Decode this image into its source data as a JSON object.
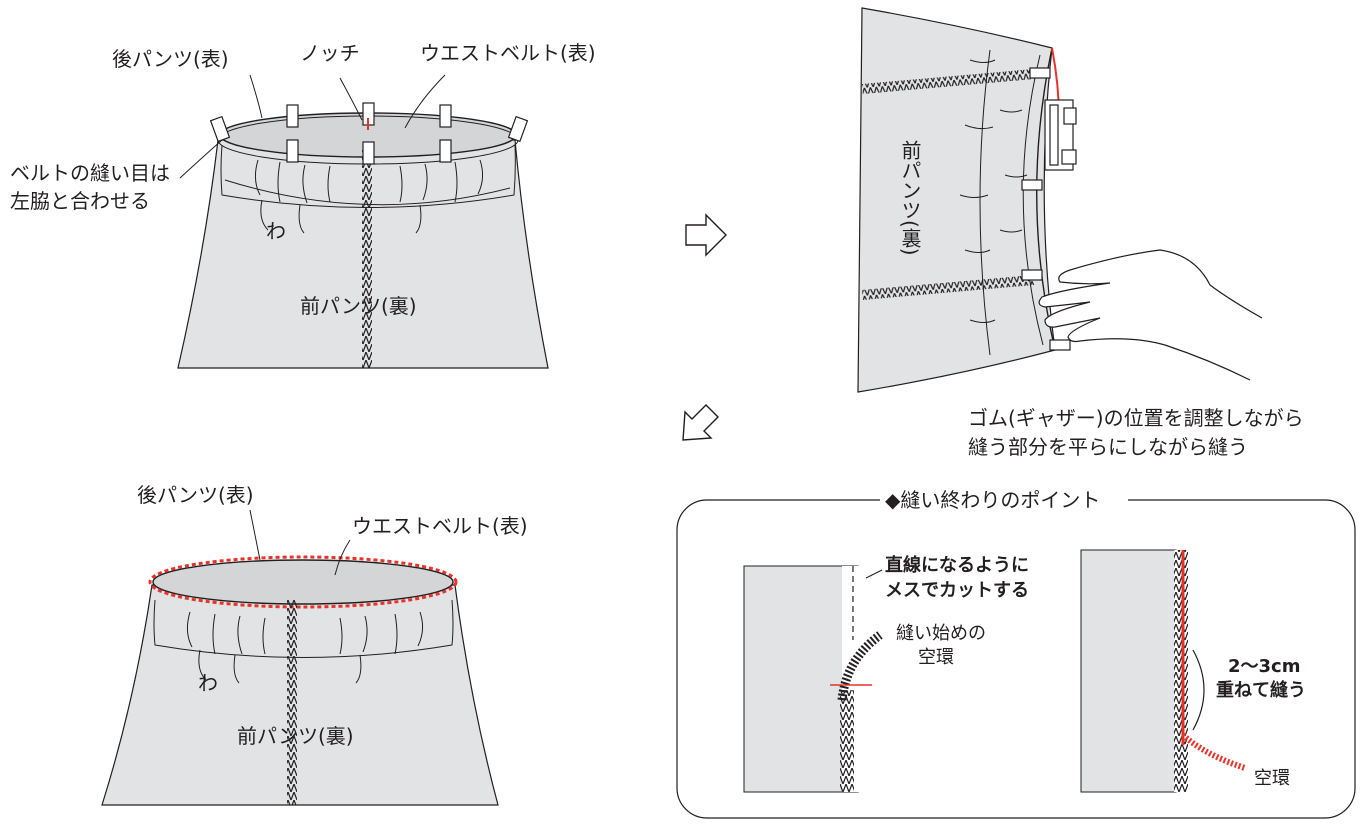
{
  "panel1": {
    "back_pants_label": "後パンツ(表)",
    "notch_label": "ノッチ",
    "waistband_label": "ウエストベルト(表)",
    "seam_note_line1": "ベルトの縫い目は",
    "seam_note_line2": "左脇と合わせる",
    "fold_label": "わ",
    "front_pants_label": "前パンツ(裏)"
  },
  "panel2": {
    "front_pants_label_vertical": "前パンツ(裏)",
    "caption_line1": "ゴム(ギャザー)の位置を調整しながら",
    "caption_line2": "縫う部分を平らにしながら縫う"
  },
  "panel3": {
    "back_pants_label": "後パンツ(表)",
    "waistband_label": "ウエストベルト(表)",
    "fold_label": "わ",
    "front_pants_label": "前パンツ(裏)"
  },
  "panel4": {
    "title": "◆縫い終わりのポイント",
    "cut_note_line1": "直線になるように",
    "cut_note_line2": "メスでカットする",
    "start_chain_line1": "縫い始めの",
    "start_chain_line2": "空環",
    "overlap_line1": "2～3cm",
    "overlap_line2": "重ねて縫う",
    "end_chain_label": "空環"
  },
  "arrows": {
    "right_arrow_icon": "arrow-right-outline-icon",
    "down_left_arrow_icon": "arrow-down-left-outline-icon"
  },
  "colors": {
    "fabric": "#e2e3e4",
    "line": "#231f20",
    "stitch_red": "#e8332a",
    "serger": "#3a3a3a"
  }
}
